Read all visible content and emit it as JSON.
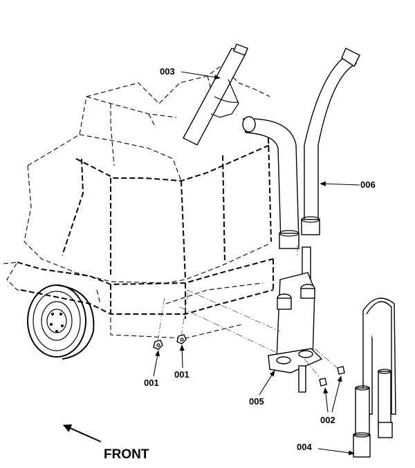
{
  "parts": [
    {
      "id": "nut-left",
      "label": "001"
    },
    {
      "id": "nut-right",
      "label": "001"
    },
    {
      "id": "bolts",
      "label": "002"
    },
    {
      "id": "squeegee",
      "label": "003"
    },
    {
      "id": "tool-tube",
      "label": "004"
    },
    {
      "id": "bracket",
      "label": "005"
    },
    {
      "id": "hose",
      "label": "006"
    }
  ],
  "direction": {
    "label": "FRONT"
  },
  "colors": {
    "ink": "#000000",
    "background": "#ffffff"
  }
}
